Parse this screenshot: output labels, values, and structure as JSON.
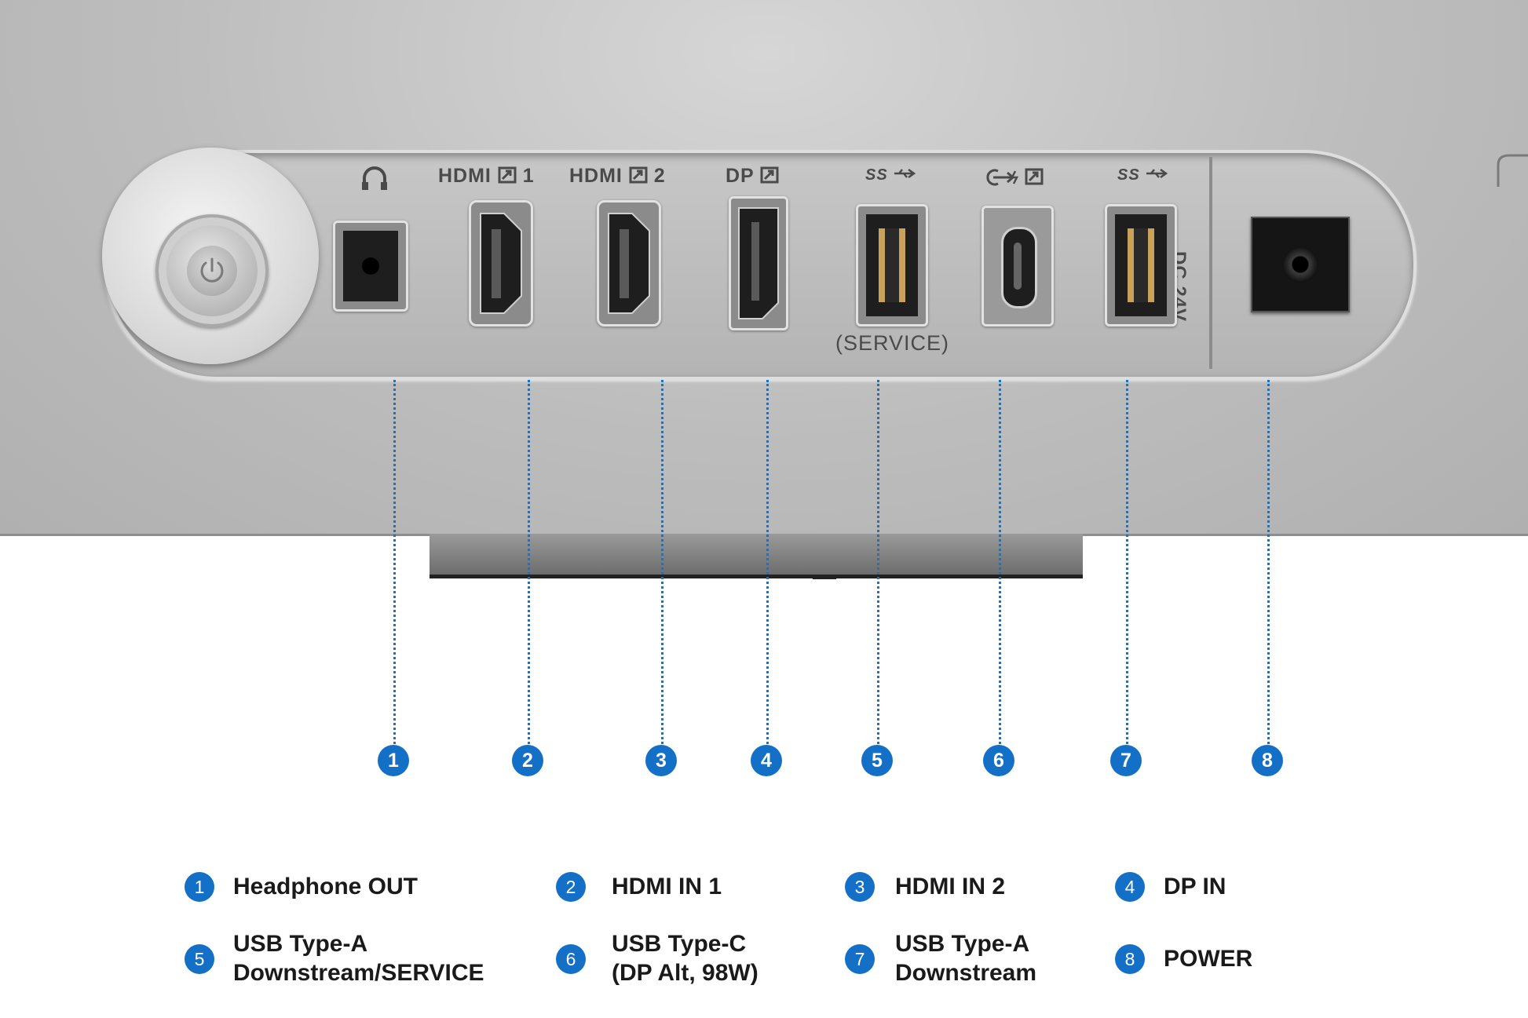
{
  "port_labels": {
    "hdmi1": "HDMI",
    "hdmi1_num": "1",
    "hdmi2": "HDMI",
    "hdmi2_num": "2",
    "dp": "DP",
    "ss1": "SS",
    "ss2": "SS",
    "service": "(SERVICE)",
    "dc": "DC 24V"
  },
  "icons": {
    "headphone": "headphone-icon",
    "power_button": "power-icon",
    "hdmi_arrow": "input-arrow-icon",
    "usb_ss": "usb-superspeed-icon",
    "usb_c": "usb-c-icon"
  },
  "callouts": [
    "1",
    "2",
    "3",
    "4",
    "5",
    "6",
    "7",
    "8"
  ],
  "legend": [
    {
      "num": "1",
      "lines": [
        "Headphone OUT"
      ]
    },
    {
      "num": "2",
      "lines": [
        "HDMI IN 1"
      ]
    },
    {
      "num": "3",
      "lines": [
        "HDMI IN 2"
      ]
    },
    {
      "num": "4",
      "lines": [
        "DP IN"
      ]
    },
    {
      "num": "5",
      "lines": [
        "USB Type-A",
        "Downstream/SERVICE"
      ]
    },
    {
      "num": "6",
      "lines": [
        "USB Type-C",
        "(DP Alt, 98W)"
      ]
    },
    {
      "num": "7",
      "lines": [
        "USB Type-A",
        "Downstream"
      ]
    },
    {
      "num": "8",
      "lines": [
        "POWER"
      ]
    }
  ],
  "colors": {
    "accent": "#1470c6",
    "housing": "#bdbdbd",
    "text": "#1a1a1a"
  }
}
